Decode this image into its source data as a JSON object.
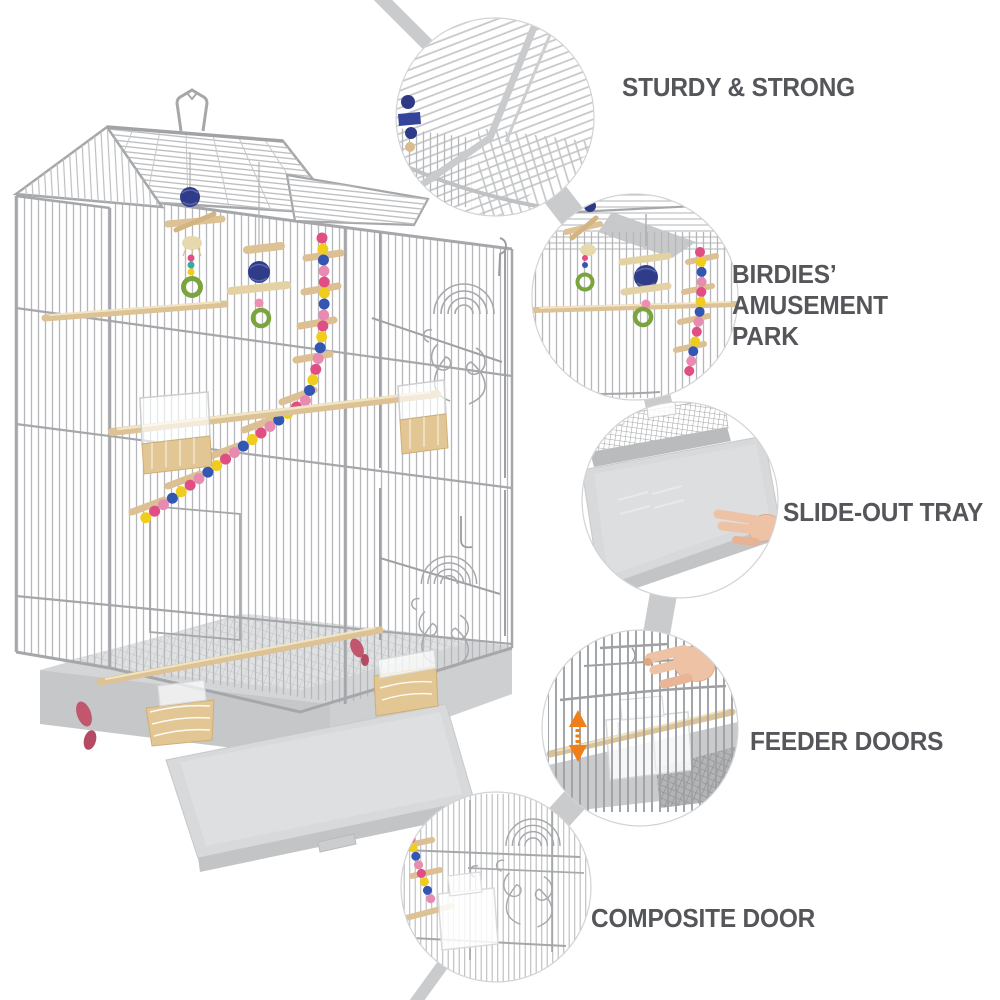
{
  "callouts": [
    {
      "id": "sturdy",
      "label": "STURDY & STRONG"
    },
    {
      "id": "amusement-park",
      "label": "BIRDIES’ AMUSEMENT\nPARK"
    },
    {
      "id": "slide-out-tray",
      "label": "SLIDE-OUT TRAY"
    },
    {
      "id": "feeder-doors",
      "label": "FEEDER DOORS"
    },
    {
      "id": "composite-door",
      "label": "COMPOSITE DOOR"
    }
  ],
  "colors": {
    "background": "#ffffff",
    "label_text": "#55565a",
    "ribbon_band": "#cacbcd",
    "cage_wire": "#b5b7ba",
    "cage_frame": "#a5a7aa",
    "base_plastic": "#c5c7c9",
    "tray_plastic": "#d7d9db",
    "perch_wood": "#dcc295",
    "seeds": "#e2c795",
    "bead_pink": "#e14e84",
    "bead_yellow": "#f0cd1d",
    "bead_blue": "#3356b2",
    "bead_lightpink": "#e78cb0",
    "ring_green": "#7ba43f",
    "ball_blue": "#303c88",
    "arrow_orange": "#f07f1a",
    "hand_skin": "#eec2a4",
    "clip_pink": "#c2566f"
  }
}
